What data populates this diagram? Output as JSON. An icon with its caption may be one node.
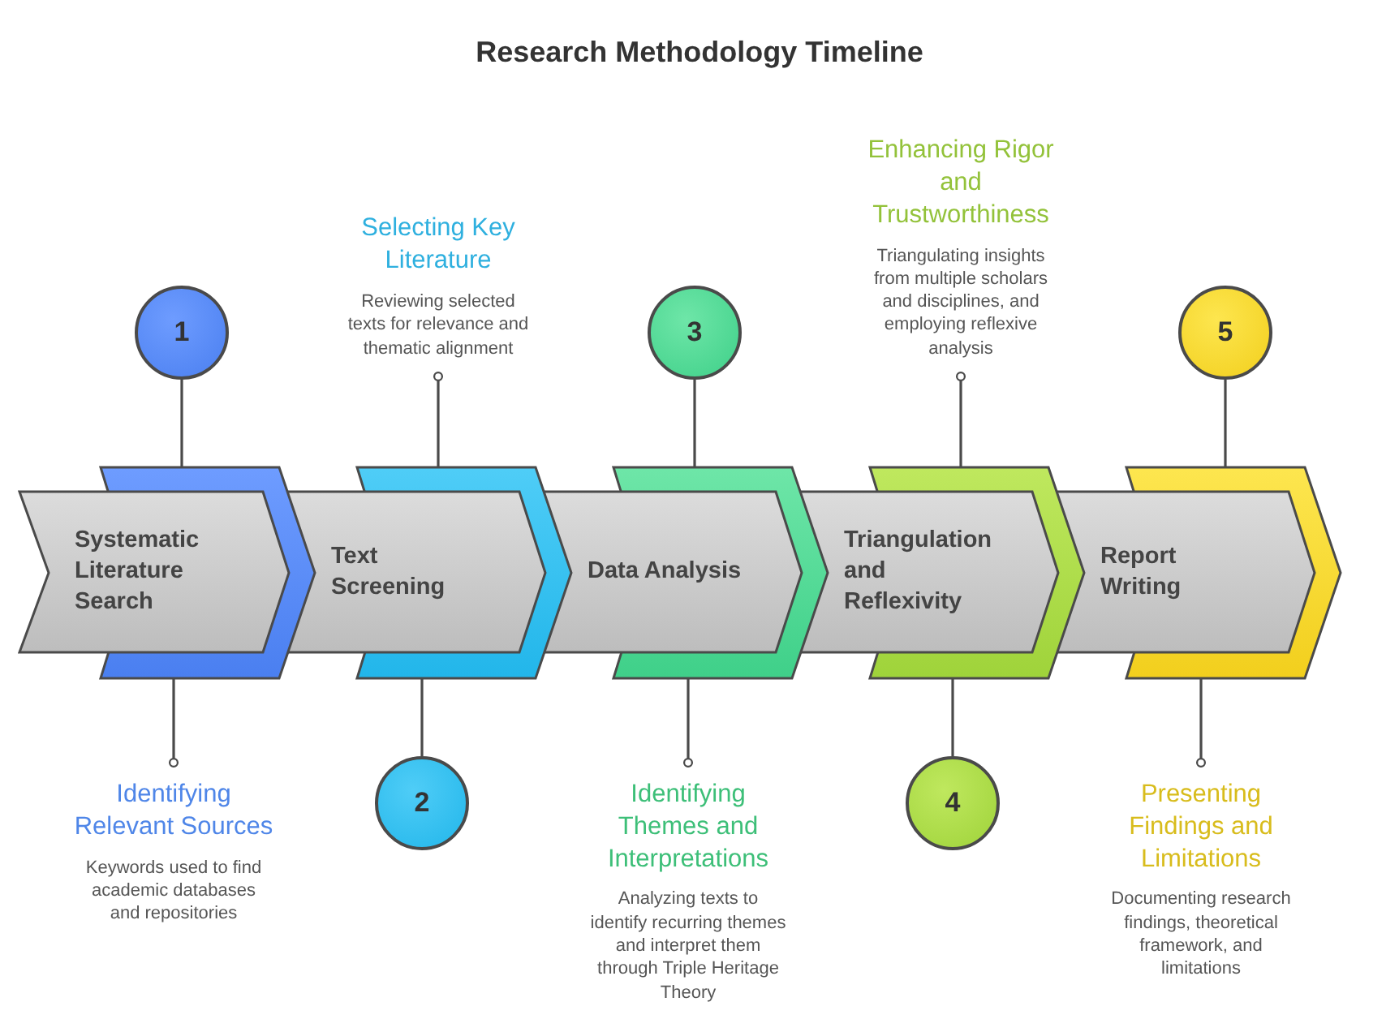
{
  "diagram": {
    "title": "Research Methodology Timeline",
    "nodes": [
      {
        "text": [
          "Systematic Literature Search"
        ]
      },
      {
        "text": [
          "Text Screening"
        ]
      },
      {
        "text": [
          "Data Analysis"
        ]
      },
      {
        "text": [
          "Triangulation and Reflexivity"
        ]
      },
      {
        "text": [
          "Report Writing"
        ]
      },
      {
        "text": [
          "1"
        ]
      },
      {
        "text": [
          "2"
        ]
      },
      {
        "text": [
          "3"
        ]
      },
      {
        "text": [
          "4"
        ]
      },
      {
        "text": [
          "5"
        ]
      },
      {
        "text": [
          "Identifying Relevant Sources",
          "Keywords used to find academic databases and repositories"
        ]
      },
      {
        "text": [
          "Selecting Key Literature",
          "Reviewing selected texts for relevance and thematic alignment"
        ]
      },
      {
        "text": [
          "Identifying Themes and Interpretations",
          "Analyzing texts to identify recurring themes and interpret them through Triple Heritage Theory"
        ]
      },
      {
        "text": [
          "Enhancing Rigor and Trustworthiness",
          "Triangulating insights from multiple scholars and disciplines, and employing reflexive analysis"
        ]
      },
      {
        "text": [
          "Presenting Findings and Limitations",
          "Documenting research findings, theoretical framework, and limitations"
        ]
      }
    ],
    "edges": [
      {
        "from": 5,
        "to": 0,
        "arrow": "none"
      },
      {
        "from": 10,
        "to": 0,
        "arrow": "other"
      },
      {
        "from": 6,
        "to": 1,
        "arrow": "none"
      },
      {
        "from": 11,
        "to": 1,
        "arrow": "other"
      },
      {
        "from": 7,
        "to": 2,
        "arrow": "none"
      },
      {
        "from": 12,
        "to": 2,
        "arrow": "other"
      },
      {
        "from": 8,
        "to": 3,
        "arrow": "none"
      },
      {
        "from": 13,
        "to": 3,
        "arrow": "other"
      },
      {
        "from": 9,
        "to": 4,
        "arrow": "none"
      },
      {
        "from": 14,
        "to": 4,
        "arrow": "other"
      }
    ]
  }
}
